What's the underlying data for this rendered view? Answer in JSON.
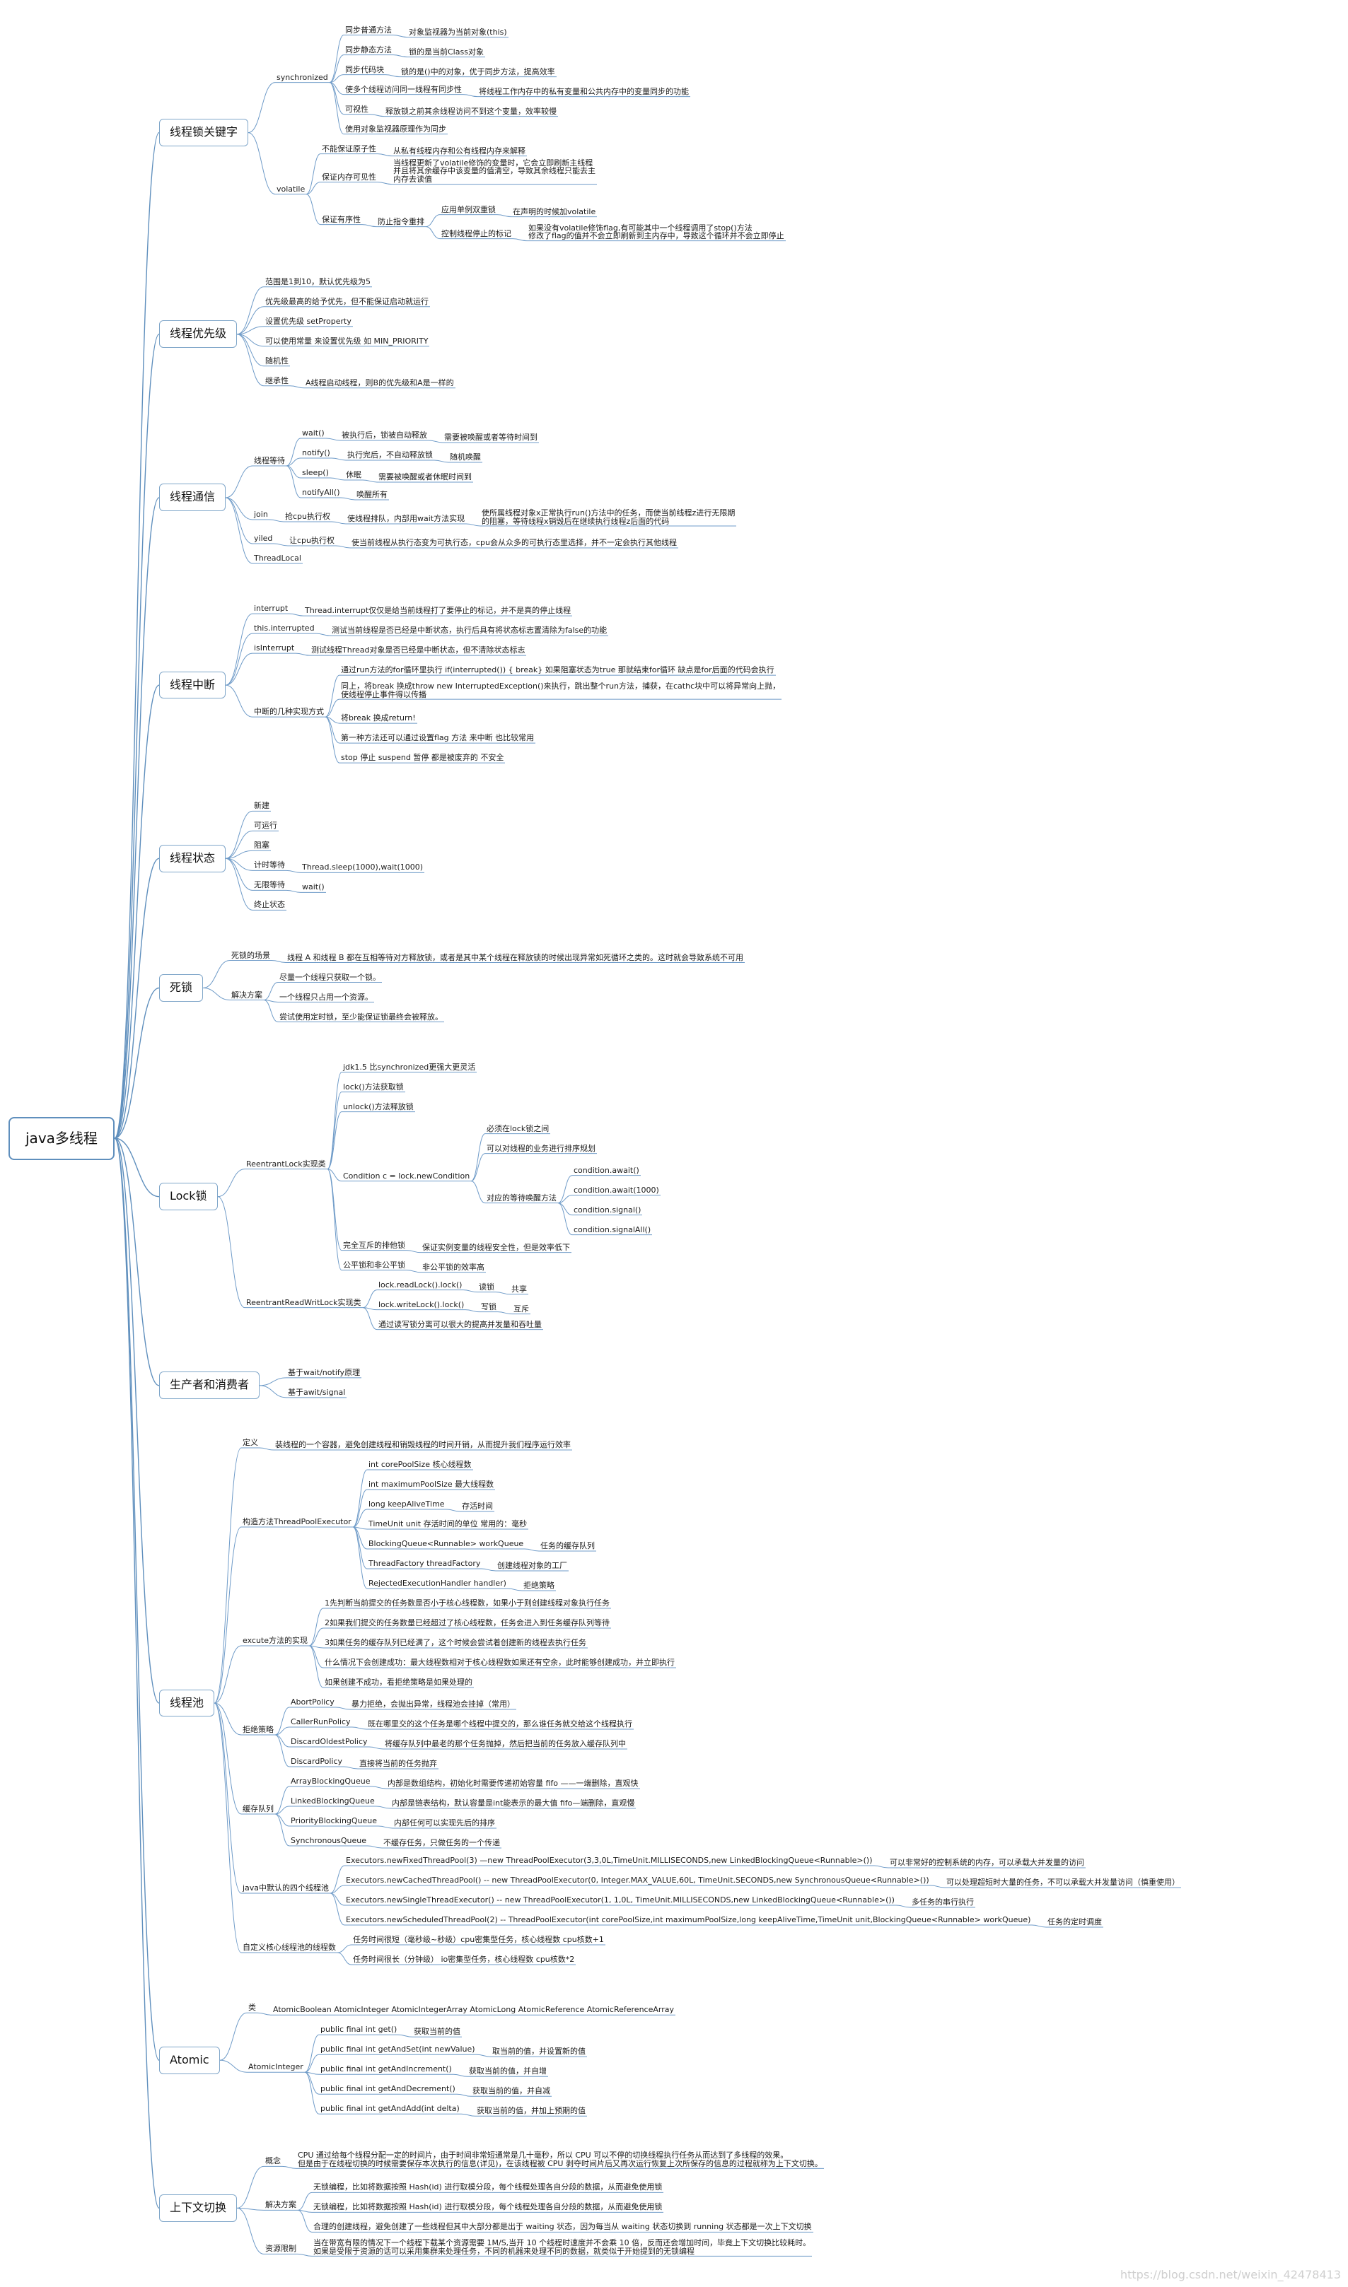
{
  "root": "java多线程",
  "watermark": "https://blog.csdn.net/weixin_42478413",
  "branches": [
    {
      "label": "线程锁关键字",
      "children": [
        {
          "label": "synchronized",
          "children": [
            {
              "label": "同步普通方法",
              "children": [
                {
                  "label": "对象监视器为当前对象(this)"
                }
              ]
            },
            {
              "label": "同步静态方法",
              "children": [
                {
                  "label": "锁的是当前Class对象"
                }
              ]
            },
            {
              "label": "同步代码块",
              "children": [
                {
                  "label": "锁的是()中的对象，优于同步方法，提高效率"
                }
              ]
            },
            {
              "label": "使多个线程访问同一线程有同步性",
              "children": [
                {
                  "label": "将线程工作内存中的私有变量和公共内存中的变量同步的功能"
                }
              ]
            },
            {
              "label": "可视性",
              "children": [
                {
                  "label": "释放锁之前其余线程访问不到这个变量，效率较慢"
                }
              ]
            },
            {
              "label": "使用对象监视器原理作为同步"
            }
          ]
        },
        {
          "label": "volatile",
          "children": [
            {
              "label": "不能保证原子性",
              "children": [
                {
                  "label": "从私有线程内存和公有线程内存来解释"
                }
              ]
            },
            {
              "label": "保证内存可见性",
              "children": [
                {
                  "label": "当线程更新了volatile修饰的变量时，它会立即刷新主线程\n并且将其余缓存中该变量的值清空，导致其余线程只能去主\n内存去读值"
                }
              ]
            },
            {
              "label": "保证有序性",
              "children": [
                {
                  "label": "防止指令重排",
                  "children": [
                    {
                      "label": "应用单例双重锁",
                      "children": [
                        {
                          "label": "在声明的时候加volatile"
                        }
                      ]
                    },
                    {
                      "label": "控制线程停止的标记",
                      "children": [
                        {
                          "label": "如果没有volatile修饰flag,有可能其中一个线程调用了stop()方法\n修改了flag的值并不会立即刷新到主内存中，导致这个循环并不会立即停止"
                        }
                      ]
                    }
                  ]
                }
              ]
            }
          ]
        }
      ]
    },
    {
      "label": "线程优先级",
      "children": [
        {
          "label": "范围是1到10，默认优先级为5"
        },
        {
          "label": "优先级最高的给予优先，但不能保证启动就运行"
        },
        {
          "label": "设置优先级 setProperty"
        },
        {
          "label": "可以使用常量 来设置优先级 如 MIN_PRIORITY"
        },
        {
          "label": "随机性"
        },
        {
          "label": "继承性",
          "children": [
            {
              "label": "A线程启动线程，则B的优先级和A是一样的"
            }
          ]
        }
      ]
    },
    {
      "label": "线程通信",
      "children": [
        {
          "label": "线程等待",
          "children": [
            {
              "label": "wait()",
              "children": [
                {
                  "label": "被执行后，锁被自动释放",
                  "children": [
                    {
                      "label": "需要被唤醒或者等待时间到"
                    }
                  ]
                }
              ]
            },
            {
              "label": "notify()",
              "children": [
                {
                  "label": "执行完后，不自动释放锁",
                  "children": [
                    {
                      "label": "随机唤醒"
                    }
                  ]
                }
              ]
            },
            {
              "label": "sleep()",
              "children": [
                {
                  "label": "休眠",
                  "children": [
                    {
                      "label": "需要被唤醒或者休眠时间到"
                    }
                  ]
                }
              ]
            },
            {
              "label": "notifyAll()",
              "children": [
                {
                  "label": "唤醒所有"
                }
              ]
            }
          ]
        },
        {
          "label": "join",
          "children": [
            {
              "label": "抢cpu执行权",
              "children": [
                {
                  "label": "使线程排队，内部用wait方法实现",
                  "children": [
                    {
                      "label": "使所属线程对象x正常执行run()方法中的任务，而使当前线程z进行无限期\n的阻塞，等待线程x销毁后在继续执行线程z后面的代码"
                    }
                  ]
                }
              ]
            }
          ]
        },
        {
          "label": "yiled",
          "children": [
            {
              "label": "让cpu执行权",
              "children": [
                {
                  "label": "使当前线程从执行态变为可执行态，cpu会从众多的可执行态里选择，并不一定会执行其他线程"
                }
              ]
            }
          ]
        },
        {
          "label": "ThreadLocal"
        }
      ]
    },
    {
      "label": "线程中断",
      "children": [
        {
          "label": "interrupt",
          "children": [
            {
              "label": "Thread.interrupt仅仅是给当前线程打了要停止的标记，并不是真的停止线程"
            }
          ]
        },
        {
          "label": "this.interrupted",
          "children": [
            {
              "label": "测试当前线程是否已经是中断状态，执行后具有将状态标志置清除为false的功能"
            }
          ]
        },
        {
          "label": "isInterrupt",
          "children": [
            {
              "label": "测试线程Thread对象是否已经是中断状态，但不清除状态标志"
            }
          ]
        },
        {
          "label": "中断的几种实现方式",
          "children": [
            {
              "label": "通过run方法的for循环里执行 if(interrupted()) { break} 如果阻塞状态为true 那就结束for循环 缺点是for后面的代码会执行"
            },
            {
              "label": "同上，将break 换成throw new InterruptedException()来执行，跳出整个run方法，捕获，在cathc块中可以将异常向上抛，\n使线程停止事件得以传播"
            },
            {
              "label": "将break 换成return!"
            },
            {
              "label": "第一种方法还可以通过设置flag 方法 来中断 也比较常用"
            },
            {
              "label": "stop 停止 suspend 暂停  都是被废弃的 不安全"
            }
          ]
        }
      ]
    },
    {
      "label": "线程状态",
      "children": [
        {
          "label": "新建"
        },
        {
          "label": "可运行"
        },
        {
          "label": "阻塞"
        },
        {
          "label": "计时等待",
          "children": [
            {
              "label": "Thread.sleep(1000),wait(1000)"
            }
          ]
        },
        {
          "label": "无限等待",
          "children": [
            {
              "label": "wait()"
            }
          ]
        },
        {
          "label": "终止状态"
        }
      ]
    },
    {
      "label": "死锁",
      "children": [
        {
          "label": "死锁的场景",
          "children": [
            {
              "label": "线程 A 和线程 B 都在互相等待对方释放锁，或者是其中某个线程在释放锁的时候出现异常如死循环之类的。这时就会导致系统不可用"
            }
          ]
        },
        {
          "label": "解决方案",
          "children": [
            {
              "label": "尽量一个线程只获取一个锁。"
            },
            {
              "label": "一个线程只占用一个资源。"
            },
            {
              "label": "尝试使用定时锁，至少能保证锁最终会被释放。"
            }
          ]
        }
      ]
    },
    {
      "label": "Lock锁",
      "children": [
        {
          "label": "ReentrantLock实现类",
          "children": [
            {
              "label": "jdk1.5 比synchronized更强大更灵活"
            },
            {
              "label": "lock()方法获取锁"
            },
            {
              "label": "unlock()方法释放锁"
            },
            {
              "label": "Condition c = lock.newCondition",
              "children": [
                {
                  "label": "必须在lock锁之间"
                },
                {
                  "label": "可以对线程的业务进行排序规划"
                },
                {
                  "label": "对应的等待唤醒方法",
                  "children": [
                    {
                      "label": "condition.await()"
                    },
                    {
                      "label": "condition.await(1000)"
                    },
                    {
                      "label": "condition.signal()"
                    },
                    {
                      "label": "condition.signalAll()"
                    }
                  ]
                }
              ]
            },
            {
              "label": "完全互斥的排他锁",
              "children": [
                {
                  "label": "保证实例变量的线程安全性，但是效率低下"
                }
              ]
            },
            {
              "label": "公平锁和非公平锁",
              "children": [
                {
                  "label": "非公平锁的效率高"
                }
              ]
            }
          ]
        },
        {
          "label": "ReentrantReadWritLock实现类",
          "children": [
            {
              "label": "lock.readLock().lock()",
              "children": [
                {
                  "label": "读锁",
                  "children": [
                    {
                      "label": "共享"
                    }
                  ]
                }
              ]
            },
            {
              "label": "lock.writeLock().lock()",
              "children": [
                {
                  "label": "写锁",
                  "children": [
                    {
                      "label": "互斥"
                    }
                  ]
                }
              ]
            },
            {
              "label": "通过读写锁分离可以很大的提高并发量和吞吐量"
            }
          ]
        }
      ]
    },
    {
      "label": "生产者和消费者",
      "children": [
        {
          "label": "基于wait/notify原理"
        },
        {
          "label": "基于awit/signal"
        }
      ]
    },
    {
      "label": "线程池",
      "children": [
        {
          "label": "定义",
          "children": [
            {
              "label": "装线程的一个容器，避免创建线程和销毁线程的时间开销，从而提升我们程序运行效率"
            }
          ]
        },
        {
          "label": "构造方法ThreadPoolExecutor",
          "children": [
            {
              "label": "int corePoolSize 核心线程数"
            },
            {
              "label": "int maximumPoolSize 最大线程数"
            },
            {
              "label": "long keepAliveTime",
              "children": [
                {
                  "label": "存活时间"
                }
              ]
            },
            {
              "label": "TimeUnit unit  存活时间的单位 常用的：毫秒"
            },
            {
              "label": "BlockingQueue<Runnable> workQueue",
              "children": [
                {
                  "label": "任务的缓存队列"
                }
              ]
            },
            {
              "label": "ThreadFactory threadFactory",
              "children": [
                {
                  "label": "创建线程对象的工厂"
                }
              ]
            },
            {
              "label": "RejectedExecutionHandler handler)",
              "children": [
                {
                  "label": "拒绝策略"
                }
              ]
            }
          ]
        },
        {
          "label": "excute方法的实现",
          "children": [
            {
              "label": "1先判断当前提交的任务数是否小于核心线程数，如果小于则创建线程对象执行任务"
            },
            {
              "label": "2如果我们提交的任务数量已经超过了核心线程数，任务会进入到任务缓存队列等待"
            },
            {
              "label": "3如果任务的缓存队列已经满了，这个时候会尝试着创建新的线程去执行任务"
            },
            {
              "label": "什么情况下会创建成功：最大线程数相对于核心线程数如果还有空余，此时能够创建成功，并立即执行"
            },
            {
              "label": "如果创建不成功，看拒绝策略是如果处理的"
            }
          ]
        },
        {
          "label": "拒绝策略",
          "children": [
            {
              "label": "AbortPolicy",
              "children": [
                {
                  "label": "暴力拒绝，会抛出异常，线程池会挂掉（常用）"
                }
              ]
            },
            {
              "label": "CallerRunPolicy",
              "children": [
                {
                  "label": "既在哪里交的这个任务是哪个线程中提交的，那么谁任务就交给这个线程执行"
                }
              ]
            },
            {
              "label": "DiscardOldestPolicy",
              "children": [
                {
                  "label": "将缓存队列中最老的那个任务抛掉，然后把当前的任务放入缓存队列中"
                }
              ]
            },
            {
              "label": "DiscardPolicy",
              "children": [
                {
                  "label": "直接将当前的任务抛弃"
                }
              ]
            }
          ]
        },
        {
          "label": "缓存队列",
          "children": [
            {
              "label": "ArrayBlockingQueue",
              "children": [
                {
                  "label": "内部是数组结构，初始化时需要传递初始容量 fifo ——一端删除，直观快"
                }
              ]
            },
            {
              "label": "LinkedBlockingQueue",
              "children": [
                {
                  "label": "内部是链表结构，默认容量是int能表示的最大值 fifo—端删除，直观慢"
                }
              ]
            },
            {
              "label": "PriorityBlockingQueue",
              "children": [
                {
                  "label": "内部任何可以实现先后的排序"
                }
              ]
            },
            {
              "label": "SynchronousQueue",
              "children": [
                {
                  "label": "不缓存任务，只做任务的一个传递"
                }
              ]
            }
          ]
        },
        {
          "label": "java中默认的四个线程池",
          "children": [
            {
              "label": "Executors.newFixedThreadPool(3) —new ThreadPoolExecutor(3,3,0L,TimeUnit.MILLISECONDS,new LinkedBlockingQueue<Runnable>())",
              "children": [
                {
                  "label": "可以非常好的控制系统的内存，可以承载大并发量的访问"
                }
              ]
            },
            {
              "label": "Executors.newCachedThreadPool() --  new ThreadPoolExecutor(0, Integer.MAX_VALUE,60L, TimeUnit.SECONDS,new SynchronousQueue<Runnable>())",
              "children": [
                {
                  "label": "可以处理超短时大量的任务，不可以承载大并发量访问（慎重使用）"
                }
              ]
            },
            {
              "label": "Executors.newSingleThreadExecutor() -- new ThreadPoolExecutor(1, 1,0L, TimeUnit.MILLISECONDS,new LinkedBlockingQueue<Runnable>())",
              "children": [
                {
                  "label": "多任务的串行执行"
                }
              ]
            },
            {
              "label": "Executors.newScheduledThreadPool(2) -- ThreadPoolExecutor(int corePoolSize,int maximumPoolSize,long keepAliveTime,TimeUnit unit,BlockingQueue<Runnable> workQueue)",
              "children": [
                {
                  "label": "任务的定时调度"
                }
              ]
            }
          ]
        },
        {
          "label": "自定义核心线程池的线程数",
          "children": [
            {
              "label": "任务时间很短（毫秒级~秒级）cpu密集型任务，核心线程数 cpu核数+1"
            },
            {
              "label": "任务时间很长（分钟级） io密集型任务，核心线程数 cpu核数*2"
            }
          ]
        }
      ]
    },
    {
      "label": "Atomic",
      "children": [
        {
          "label": "类",
          "children": [
            {
              "label": "AtomicBoolean AtomicInteger AtomicIntegerArray AtomicLong AtomicReference AtomicReferenceArray"
            }
          ]
        },
        {
          "label": "AtomicInteger",
          "children": [
            {
              "label": "public final int get()",
              "children": [
                {
                  "label": "获取当前的值"
                }
              ]
            },
            {
              "label": "public final int getAndSet(int newValue)",
              "children": [
                {
                  "label": "取当前的值，并设置新的值"
                }
              ]
            },
            {
              "label": "public final int getAndIncrement()",
              "children": [
                {
                  "label": "获取当前的值，并自增"
                }
              ]
            },
            {
              "label": "public final int getAndDecrement()",
              "children": [
                {
                  "label": "获取当前的值，并自减"
                }
              ]
            },
            {
              "label": "public final int getAndAdd(int delta)",
              "children": [
                {
                  "label": "获取当前的值，并加上预期的值"
                }
              ]
            }
          ]
        }
      ]
    },
    {
      "label": "上下文切换",
      "children": [
        {
          "label": "概念",
          "children": [
            {
              "label": "CPU 通过给每个线程分配一定的时间片，由于时间非常短通常是几十毫秒，所以 CPU 可以不停的切换线程执行任务从而达到了多线程的效果。\n但是由于在线程切换的时候需要保存本次执行的信息(详见)，在该线程被 CPU 剥夺时间片后又再次运行恢复上次所保存的信息的过程就称为上下文切换。"
            }
          ]
        },
        {
          "label": "解决方案",
          "children": [
            {
              "label": "无锁编程，比如将数据按照 Hash(id) 进行取模分段，每个线程处理各自分段的数据，从而避免使用锁"
            },
            {
              "label": "无锁编程，比如将数据按照 Hash(id) 进行取模分段，每个线程处理各自分段的数据，从而避免使用锁"
            },
            {
              "label": "合理的创建线程，避免创建了一些线程但其中大部分都是出于 waiting 状态，因为每当从 waiting 状态切换到 running 状态都是一次上下文切换"
            }
          ]
        },
        {
          "label": "资源限制",
          "children": [
            {
              "label": "当在带宽有限的情况下一个线程下载某个资源需要 1M/S,当开 10 个线程时速度并不会乘 10 倍，反而还会增加时间，毕竟上下文切换比较耗时。\n如果是受限于资源的话可以采用集群来处理任务，不同的机器来处理不同的数据，就类似于开始提到的无锁编程"
            }
          ]
        }
      ]
    }
  ]
}
